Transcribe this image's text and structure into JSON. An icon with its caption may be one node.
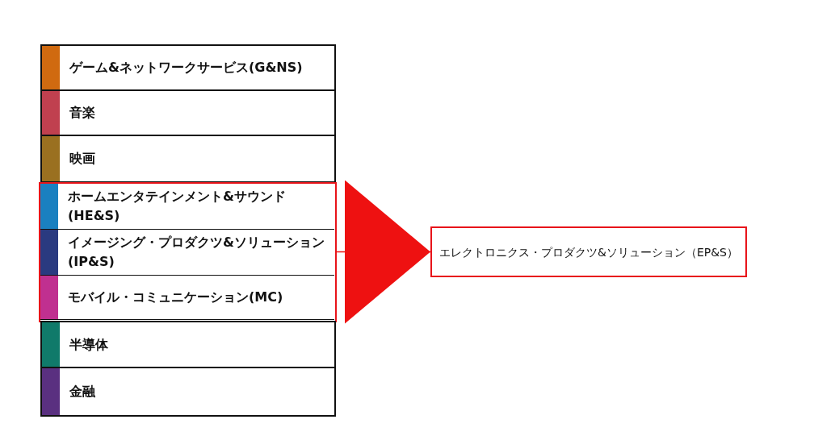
{
  "diagram": {
    "nodes": [
      {
        "text": [
          "ゲーム&ネットワークサービス(G&NS)"
        ]
      },
      {
        "text": [
          "音楽"
        ]
      },
      {
        "text": [
          "映画"
        ]
      },
      {
        "text": [],
        "shape": "box"
      },
      {
        "text": [
          "ホームエンタテインメント&サウンド(HE&S)"
        ],
        "in": 3
      },
      {
        "text": [
          "イメージング・プロダクツ&ソリューション(IP&S)"
        ],
        "in": 3
      },
      {
        "text": [
          "モバイル・コミュニケーション(MC)"
        ],
        "in": 3
      },
      {
        "text": [
          "半導体"
        ]
      },
      {
        "text": [
          "金融"
        ]
      },
      {
        "text": [
          "エレクトロニクス・プロダクツ&ソリューション（EP&S）"
        ]
      }
    ],
    "edges": [
      {
        "from": 3,
        "to": 9,
        "arrow": "to"
      }
    ]
  }
}
